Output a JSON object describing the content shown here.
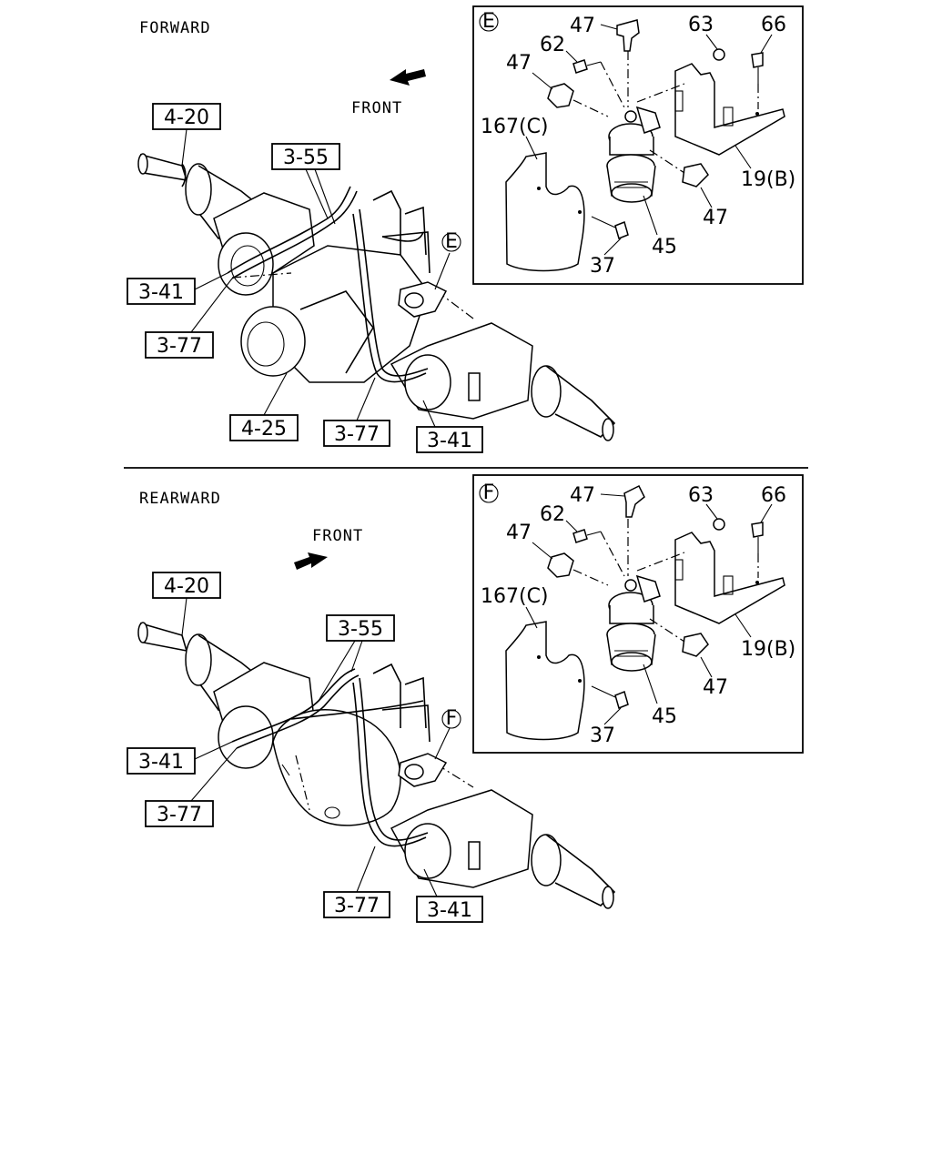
{
  "sections": [
    {
      "title": "FORWARD",
      "front_label": "FRONT",
      "detail_marker": "E",
      "refs": {
        "axle_shaft": "4-20",
        "hose_pair": "3-55",
        "sensor_left": "3-41",
        "hose_left": "3-77",
        "differential": "4-25",
        "hose_right": "3-77",
        "sensor_right": "3-41"
      },
      "detail": {
        "marker": "E",
        "fitting_top": "47",
        "bolt_62": "62",
        "fitting_left": "47",
        "nut_63": "63",
        "bolt_66": "66",
        "cover": "167(C)",
        "bracket": "19(B)",
        "fitting_right": "47",
        "valve": "45",
        "bolt_37": "37"
      }
    },
    {
      "title": "REARWARD",
      "front_label": "FRONT",
      "detail_marker": "F",
      "refs": {
        "axle_shaft": "4-20",
        "hose_pair": "3-55",
        "sensor_left": "3-41",
        "hose_left": "3-77",
        "hose_right": "3-77",
        "sensor_right": "3-41"
      },
      "detail": {
        "marker": "F",
        "fitting_top": "47",
        "bolt_62": "62",
        "fitting_left": "47",
        "nut_63": "63",
        "bolt_66": "66",
        "cover": "167(C)",
        "bracket": "19(B)",
        "fitting_right": "47",
        "valve": "45",
        "bolt_37": "37"
      }
    }
  ]
}
